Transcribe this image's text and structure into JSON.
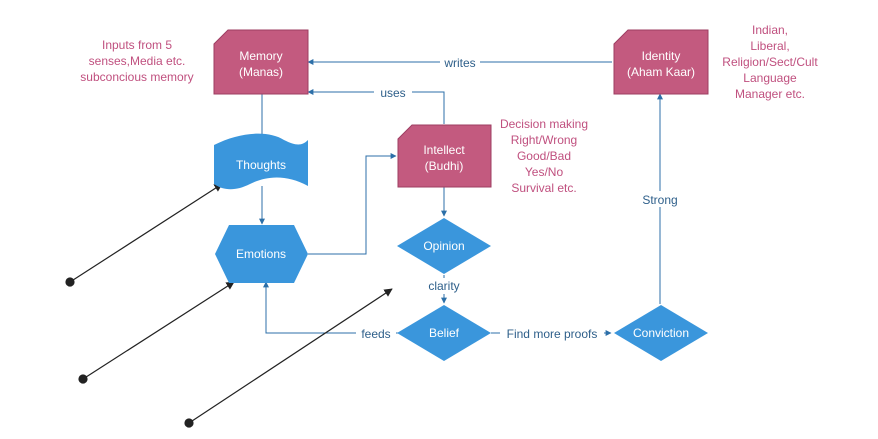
{
  "nodes": {
    "memory": {
      "lines": [
        "Memory",
        "(Manas)"
      ]
    },
    "identity": {
      "lines": [
        "Identity",
        "(Aham Kaar)"
      ]
    },
    "intellect": {
      "lines": [
        "Intellect",
        "(Budhi)"
      ]
    },
    "thoughts": {
      "label": "Thoughts"
    },
    "emotions": {
      "label": "Emotions"
    },
    "opinion": {
      "label": "Opinion"
    },
    "belief": {
      "label": "Belief"
    },
    "conviction": {
      "label": "Conviction"
    }
  },
  "edges": {
    "writes": "writes",
    "uses": "uses",
    "strong": "Strong",
    "clarity": "clarity",
    "feeds": "feeds",
    "find_more_proofs": "Find more proofs"
  },
  "notes": {
    "memory_inputs": [
      "Inputs from 5",
      "senses,Media etc.",
      "subconcious memory"
    ],
    "identity_examples": [
      "Indian,",
      "Liberal,",
      "Religion/Sect/Cult",
      "Language",
      "Manager etc."
    ],
    "intellect_functions": [
      "Decision making",
      "Right/Wrong",
      "Good/Bad",
      "Yes/No",
      "Survival etc."
    ]
  },
  "colors": {
    "process_pink": "#c35a7f",
    "process_border": "#9e3d62",
    "shape_blue": "#3a96dc",
    "connector": "#2c6fa8",
    "note_text": "#c0507f",
    "pointer": "#222222"
  }
}
